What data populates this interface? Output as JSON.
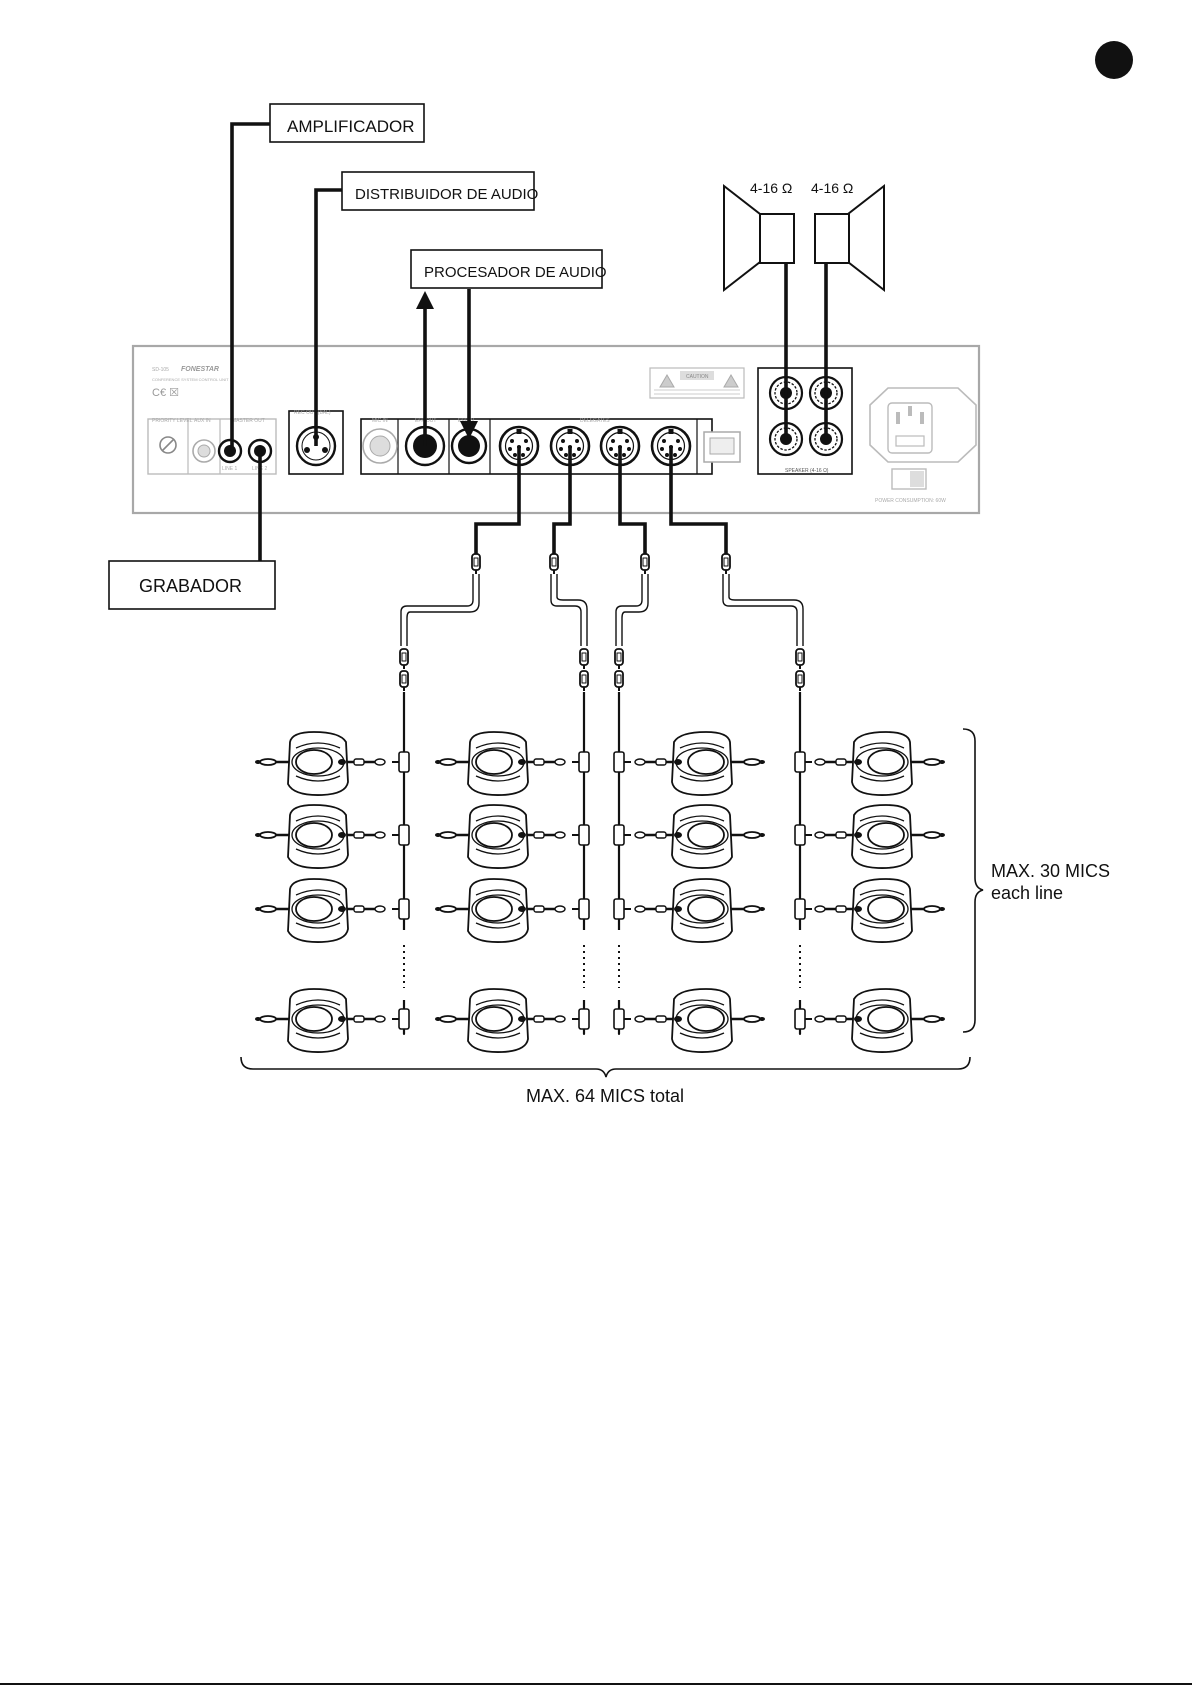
{
  "labels": {
    "amplificador": "AMPLIFICADOR",
    "distribuidor": "DISTRIBUIDOR DE AUDIO",
    "procesador": "PROCESADOR DE AUDIO",
    "grabador": "GRABADOR",
    "speaker_left": "4-16 Ω",
    "speaker_right": "4-16 Ω",
    "max_line_1": "MAX. 30 MICS",
    "max_line_2": "each line",
    "max_total": "MAX. 64 MICS total"
  },
  "panel": {
    "model": "SD-105",
    "brand": "FONESTAR",
    "sublabel": "CONFERENCE SYSTEM CONTROL UNIT",
    "priority": "PRIORITY LEVEL",
    "aux_in": "AUX IN",
    "master_out": "MASTER OUT",
    "line1": "LINE 1",
    "line2": "LINE 2",
    "rec_out": "REC OUT (BAL)",
    "mic_in": "MIC IN",
    "eff_out": "EFF OUT",
    "eff_in": "EFF IN",
    "delegates": "DELEGATES",
    "caution": "CAUTION",
    "speaker": "SPEAKER (4-16 Ω)",
    "power": "POWER CONSUMPTION: 60W"
  },
  "colors": {
    "line": "#111111",
    "panel_border": "#a8a8a8",
    "panel_faint": "#bbbbbb",
    "page_marker": "#111111"
  }
}
